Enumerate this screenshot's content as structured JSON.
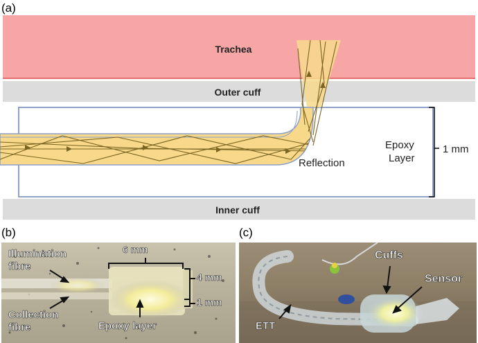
{
  "panels": {
    "a": {
      "label": "(a)",
      "trachea_label": "Trachea",
      "outer_cuff_label": "Outer cuff",
      "inner_cuff_label": "Inner cuff",
      "reflection_label": "Reflection",
      "epoxy_label_line1": "Epoxy",
      "epoxy_label_line2": "Layer",
      "scale_label": "1 mm",
      "colors": {
        "trachea": "#f7a6a6",
        "trachea_edge": "#e05a5a",
        "cuff": "#dcdcdc",
        "fibre": "#f8d98c",
        "epoxy_border": "#8da0c8",
        "ray": "#7a6420"
      }
    },
    "b": {
      "label": "(b)",
      "illumination_line1": "Illumination",
      "illumination_line2": "fibre",
      "collection_line1": "Collection",
      "collection_line2": "fibre",
      "epoxy_layer": "Epoxy layer",
      "dim_6mm": "6 mm",
      "dim_4mm": "4 mm",
      "dim_1mm": "1 mm"
    },
    "c": {
      "label": "(c)",
      "cuffs": "Cuffs",
      "sensor": "Sensor",
      "ett": "ETT"
    }
  }
}
